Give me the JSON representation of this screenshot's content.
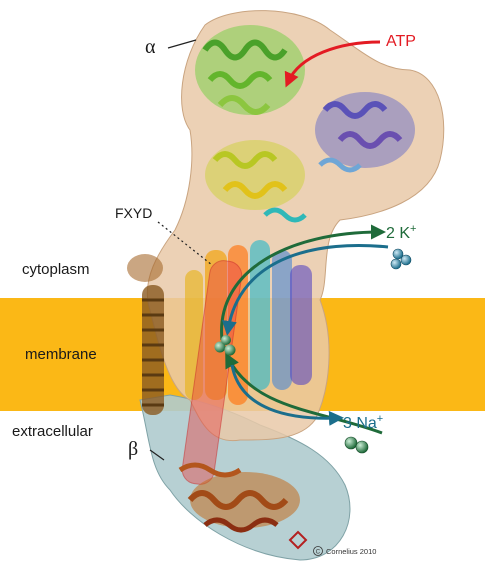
{
  "labels": {
    "alpha": "α",
    "beta": "β",
    "atp": "ATP",
    "fxyd": "FXYD",
    "k_ions": "2 K",
    "k_sup": "+",
    "na_ions": "3 Na",
    "na_sup": "+",
    "cytoplasm": "cytoplasm",
    "membrane": "membrane",
    "extracellular": "extracellular",
    "copyright": "Cornelius 2010"
  },
  "colors": {
    "membrane_band": "#FBB816",
    "alpha_envelope": "#E9C9A8",
    "beta_envelope": "#AFCBCE",
    "atp_arrow": "#E31B23",
    "k_arrow": "#1F6B3A",
    "na_arrow": "#1B6E8C",
    "k_ion": "#1B6E8C",
    "na_ion": "#1F6B3A",
    "label_text": "#1a1a1a"
  }
}
